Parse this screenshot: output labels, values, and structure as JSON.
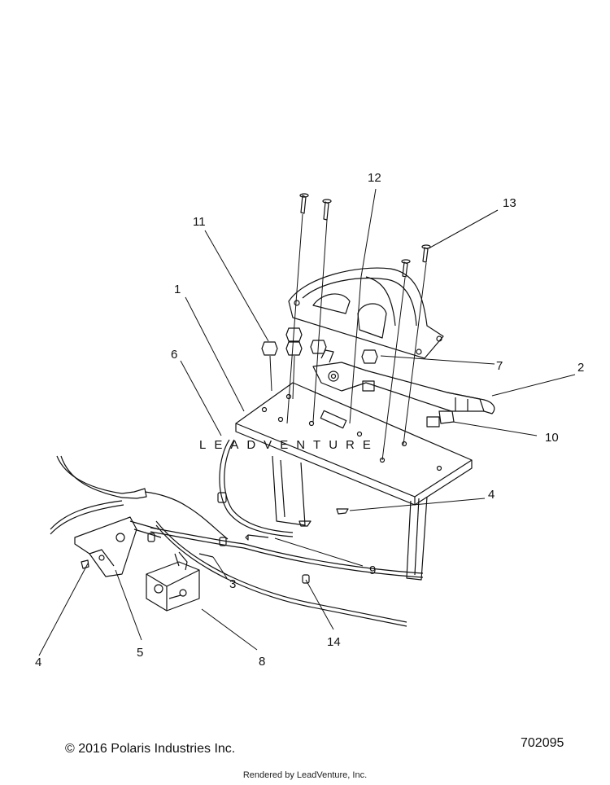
{
  "diagram": {
    "watermark": "LEADVENTURE",
    "callouts": [
      {
        "id": "callout-1",
        "label": "1"
      },
      {
        "id": "callout-2",
        "label": "2"
      },
      {
        "id": "callout-3",
        "label": "3"
      },
      {
        "id": "callout-4a",
        "label": "4"
      },
      {
        "id": "callout-4b",
        "label": "4"
      },
      {
        "id": "callout-5",
        "label": "5"
      },
      {
        "id": "callout-6",
        "label": "6"
      },
      {
        "id": "callout-7",
        "label": "7"
      },
      {
        "id": "callout-8",
        "label": "8"
      },
      {
        "id": "callout-9",
        "label": "9"
      },
      {
        "id": "callout-10",
        "label": "10"
      },
      {
        "id": "callout-11",
        "label": "11"
      },
      {
        "id": "callout-12",
        "label": "12"
      },
      {
        "id": "callout-13",
        "label": "13"
      },
      {
        "id": "callout-14",
        "label": "14"
      }
    ]
  },
  "footer": {
    "copyright": "© 2016 Polaris Industries Inc.",
    "part_number": "702095",
    "rendered_by": "Rendered by LeadVenture, Inc."
  }
}
